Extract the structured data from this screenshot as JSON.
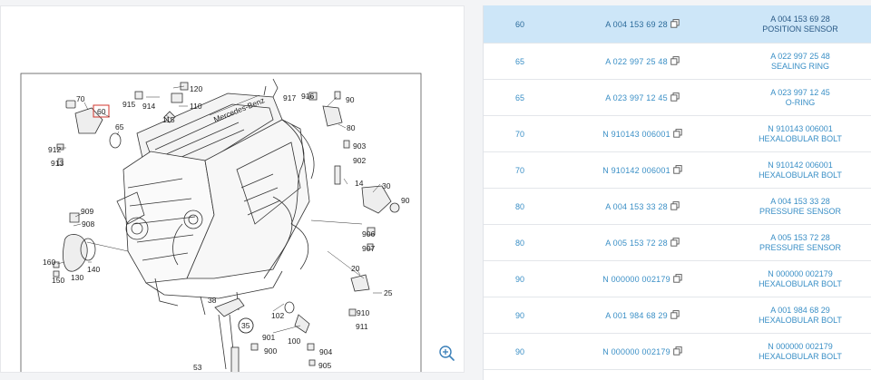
{
  "diagram": {
    "callouts": [
      {
        "id": "70",
        "label": "70"
      },
      {
        "id": "60",
        "label": "60"
      },
      {
        "id": "65",
        "label": "65"
      },
      {
        "id": "912",
        "label": "912"
      },
      {
        "id": "913",
        "label": "913"
      },
      {
        "id": "120",
        "label": "120"
      },
      {
        "id": "915",
        "label": "915"
      },
      {
        "id": "914",
        "label": "914"
      },
      {
        "id": "110",
        "label": "110"
      },
      {
        "id": "115",
        "label": "115"
      },
      {
        "id": "917",
        "label": "917"
      },
      {
        "id": "916",
        "label": "916"
      },
      {
        "id": "90a",
        "label": "90"
      },
      {
        "id": "80",
        "label": "80"
      },
      {
        "id": "903",
        "label": "903"
      },
      {
        "id": "902",
        "label": "902"
      },
      {
        "id": "14",
        "label": "14"
      },
      {
        "id": "30",
        "label": "30"
      },
      {
        "id": "90b",
        "label": "90"
      },
      {
        "id": "909",
        "label": "909"
      },
      {
        "id": "908",
        "label": "908"
      },
      {
        "id": "906",
        "label": "906"
      },
      {
        "id": "907",
        "label": "907"
      },
      {
        "id": "160",
        "label": "160"
      },
      {
        "id": "150",
        "label": "150"
      },
      {
        "id": "130",
        "label": "130"
      },
      {
        "id": "140",
        "label": "140"
      },
      {
        "id": "20",
        "label": "20"
      },
      {
        "id": "25",
        "label": "25"
      },
      {
        "id": "910",
        "label": "910"
      },
      {
        "id": "911",
        "label": "911"
      },
      {
        "id": "38",
        "label": "38"
      },
      {
        "id": "102",
        "label": "102"
      },
      {
        "id": "35",
        "label": "35"
      },
      {
        "id": "901",
        "label": "901"
      },
      {
        "id": "900",
        "label": "900"
      },
      {
        "id": "100",
        "label": "100"
      },
      {
        "id": "904",
        "label": "904"
      },
      {
        "id": "905",
        "label": "905"
      },
      {
        "id": "53",
        "label": "53"
      }
    ],
    "engine_brand": "Mercedes-Benz",
    "zoom_icon": "zoom-in-icon"
  },
  "parts": [
    {
      "position": "60",
      "number": "A 004 153 69 28",
      "desc_number": "A 004 153 69 28",
      "desc_name": "POSITION SENSOR",
      "selected": true
    },
    {
      "position": "65",
      "number": "A 022 997 25 48",
      "desc_number": "A 022 997 25 48",
      "desc_name": "SEALING RING",
      "selected": false
    },
    {
      "position": "65",
      "number": "A 023 997 12 45",
      "desc_number": "A 023 997 12 45",
      "desc_name": "O-RING",
      "selected": false
    },
    {
      "position": "70",
      "number": "N 910143 006001",
      "desc_number": "N 910143 006001",
      "desc_name": "HEXALOBULAR BOLT",
      "selected": false
    },
    {
      "position": "70",
      "number": "N 910142 006001",
      "desc_number": "N 910142 006001",
      "desc_name": "HEXALOBULAR BOLT",
      "selected": false
    },
    {
      "position": "80",
      "number": "A 004 153 33 28",
      "desc_number": "A 004 153 33 28",
      "desc_name": "PRESSURE SENSOR",
      "selected": false
    },
    {
      "position": "80",
      "number": "A 005 153 72 28",
      "desc_number": "A 005 153 72 28",
      "desc_name": "PRESSURE SENSOR",
      "selected": false
    },
    {
      "position": "90",
      "number": "N 000000 002179",
      "desc_number": "N 000000 002179",
      "desc_name": "HEXALOBULAR BOLT",
      "selected": false
    },
    {
      "position": "90",
      "number": "A 001 984 68 29",
      "desc_number": "A 001 984 68 29",
      "desc_name": "HEXALOBULAR BOLT",
      "selected": false
    },
    {
      "position": "90",
      "number": "N 000000 002179",
      "desc_number": "N 000000 002179",
      "desc_name": "HEXALOBULAR BOLT",
      "selected": false
    }
  ],
  "colors": {
    "link": "#3a8fc6",
    "selected_row": "#cde6f8",
    "highlight_box": "#d0342c"
  }
}
